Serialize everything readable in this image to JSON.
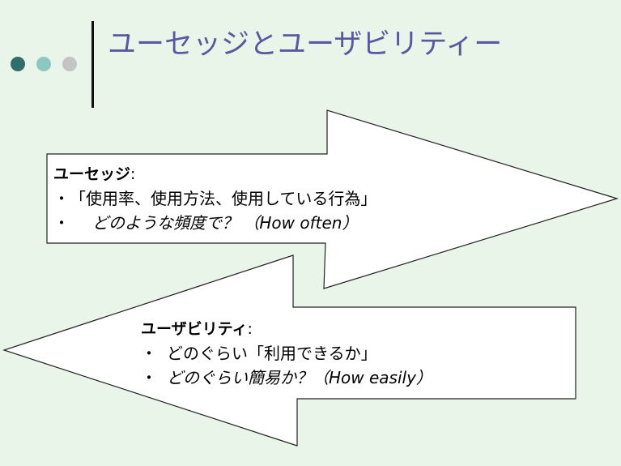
{
  "slide": {
    "title": "ユーセッジとユーザビリティー"
  },
  "usage_box": {
    "heading": "ユーセッジ",
    "colon": ":",
    "bullet_1": "・",
    "line_1": "「使用率、使用方法、使用している行為」",
    "bullet_2": "・",
    "line_2": "どのような頻度で？ （How often）"
  },
  "usability_box": {
    "heading": "ユーザビリティ",
    "colon": ":",
    "bullet_1": "・",
    "line_1": "どのぐらい「利用できるか」",
    "bullet_2": "・",
    "line_2": "どのぐらい簡易か？（How easily）"
  },
  "colors": {
    "background": "#eaf5e9",
    "title": "#5a58a0",
    "dot_dark": "#2f6e6a",
    "dot_mid": "#8cc7c2",
    "dot_light": "#c4c4c4"
  }
}
